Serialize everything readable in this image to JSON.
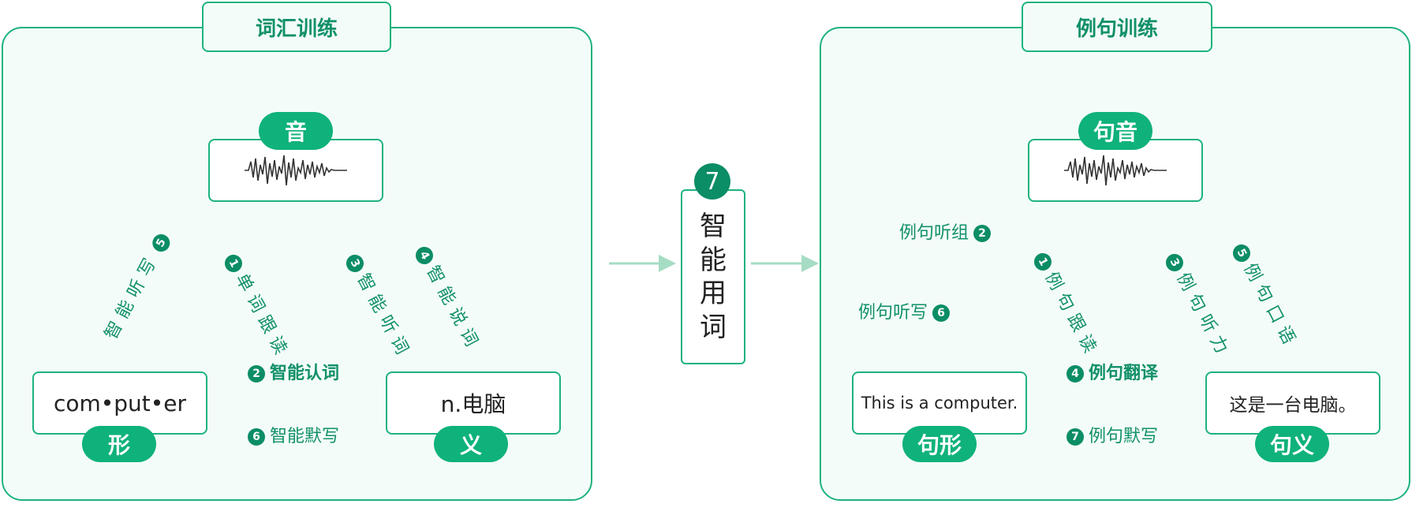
{
  "colors": {
    "accent": "#1db37d",
    "accent_dark": "#0b8d66",
    "panel_bg": "#f3fcf8",
    "arrow": "#a6dcc4"
  },
  "vocab": {
    "title": "词汇训练",
    "sound_pill": "音",
    "shape_pill": "形",
    "meaning_pill": "义",
    "shape_text": "com•put•er",
    "meaning_text": "n.电脑",
    "labels": [
      {
        "num": "5",
        "text": "智能听写"
      },
      {
        "num": "1",
        "text": "单词跟读"
      },
      {
        "num": "3",
        "text": "智能听词"
      },
      {
        "num": "4",
        "text": "智能说词"
      },
      {
        "num": "2",
        "text": "智能认词"
      },
      {
        "num": "6",
        "text": "智能默写"
      }
    ]
  },
  "middle": {
    "num": "7",
    "chars": [
      "智",
      "能",
      "用",
      "词"
    ]
  },
  "sentence": {
    "title": "例句训练",
    "sound_pill": "句音",
    "shape_pill": "句形",
    "meaning_pill": "句义",
    "shape_text": "This is a computer.",
    "meaning_text": "这是一台电脑。",
    "labels": [
      {
        "num": "2",
        "text": "例句听组"
      },
      {
        "num": "1",
        "text": "例句跟读"
      },
      {
        "num": "6",
        "text": "例句听写"
      },
      {
        "num": "3",
        "text": "例句听力"
      },
      {
        "num": "5",
        "text": "例句口语"
      },
      {
        "num": "4",
        "text": "例句翻译"
      },
      {
        "num": "7",
        "text": "例句默写"
      }
    ]
  }
}
